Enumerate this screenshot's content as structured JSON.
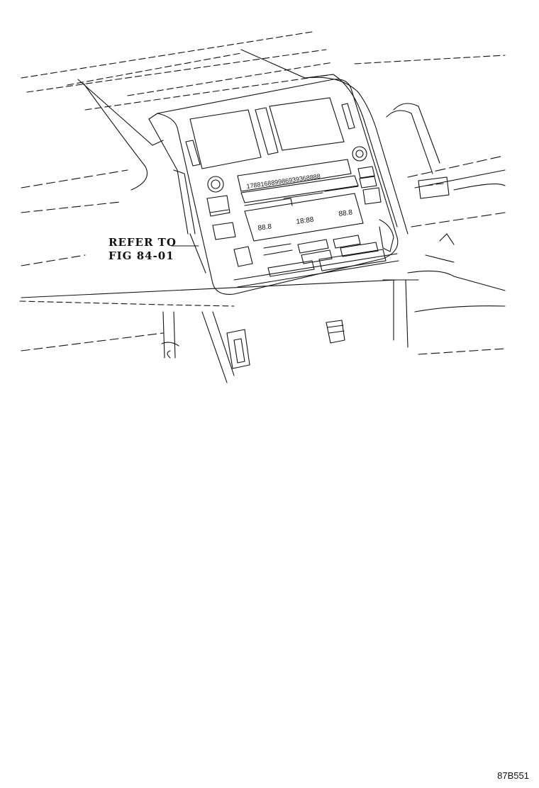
{
  "diagram": {
    "callout": {
      "line1": "REFER TO",
      "line2": "FIG 84-01"
    },
    "drawing_code": "87B551",
    "radio_readout": "178816889986939368888",
    "climate_temp_left": "88.8",
    "climate_clock": "18:88",
    "climate_temp_right": "88.8"
  },
  "colors": {
    "ink": "#111111",
    "paper": "#ffffff"
  }
}
